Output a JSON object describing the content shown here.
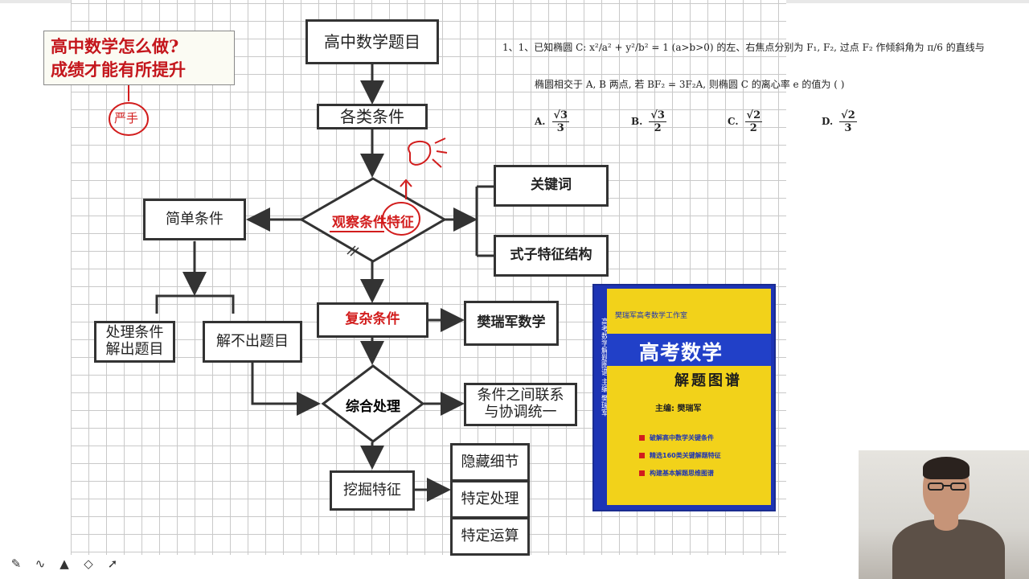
{
  "note": {
    "line1": "高中数学怎么做?",
    "line2": "成绩才能有所提升",
    "annot": "严手"
  },
  "flow": {
    "title": "高中数学题目",
    "conditions": "各类条件",
    "observe": "观察条件特征",
    "keywords": "关键词",
    "formula": "式子特征结构",
    "simple": "简单条件",
    "handle_line1": "处理条件",
    "handle_line2": "解出题目",
    "cannot": "解不出题目",
    "complex": "复杂条件",
    "fan": "樊瑞军数学",
    "combine": "综合处理",
    "relate_line1": "条件之间联系",
    "relate_line2": "与协调统一",
    "mine": "挖掘特征",
    "hidden": "隐藏细节",
    "special_proc": "特定处理",
    "special_calc": "特定运算"
  },
  "problem": {
    "line1": "1、1、已知椭圆 C: x²/a² + y²/b² = 1 (a>b>0) 的左、右焦点分别为 F₁, F₂, 过点 F₂ 作倾斜角为 π/6 的直线与",
    "line2": "椭圆相交于 A, B 两点, 若 BF₂ = 3F₂A, 则椭圆 C 的离心率 e 的值为 (     )",
    "options": [
      {
        "label": "A.",
        "num": "√3",
        "den": "3"
      },
      {
        "label": "B.",
        "num": "√3",
        "den": "2"
      },
      {
        "label": "C.",
        "num": "√2",
        "den": "2"
      },
      {
        "label": "D.",
        "num": "√2",
        "den": "3"
      }
    ]
  },
  "book": {
    "series": "樊瑞军高考数学工作室",
    "title": "高考数学",
    "subtitle": "解题图谱",
    "author": "主编: 樊瑞军",
    "spine": "高考数学解题图谱 主编 樊瑞军",
    "features": [
      "破解高中数学关键条件",
      "精选160类关键解题特征",
      "构建基本解题思维图谱"
    ]
  },
  "toolbar": {
    "icons": [
      "pen-icon",
      "curve-icon",
      "highlighter-icon",
      "eraser-icon",
      "pointer-icon"
    ]
  },
  "colors": {
    "accent_red": "#d21d1d",
    "book_blue": "#1d34b5",
    "book_yellow": "#f2d21a"
  }
}
